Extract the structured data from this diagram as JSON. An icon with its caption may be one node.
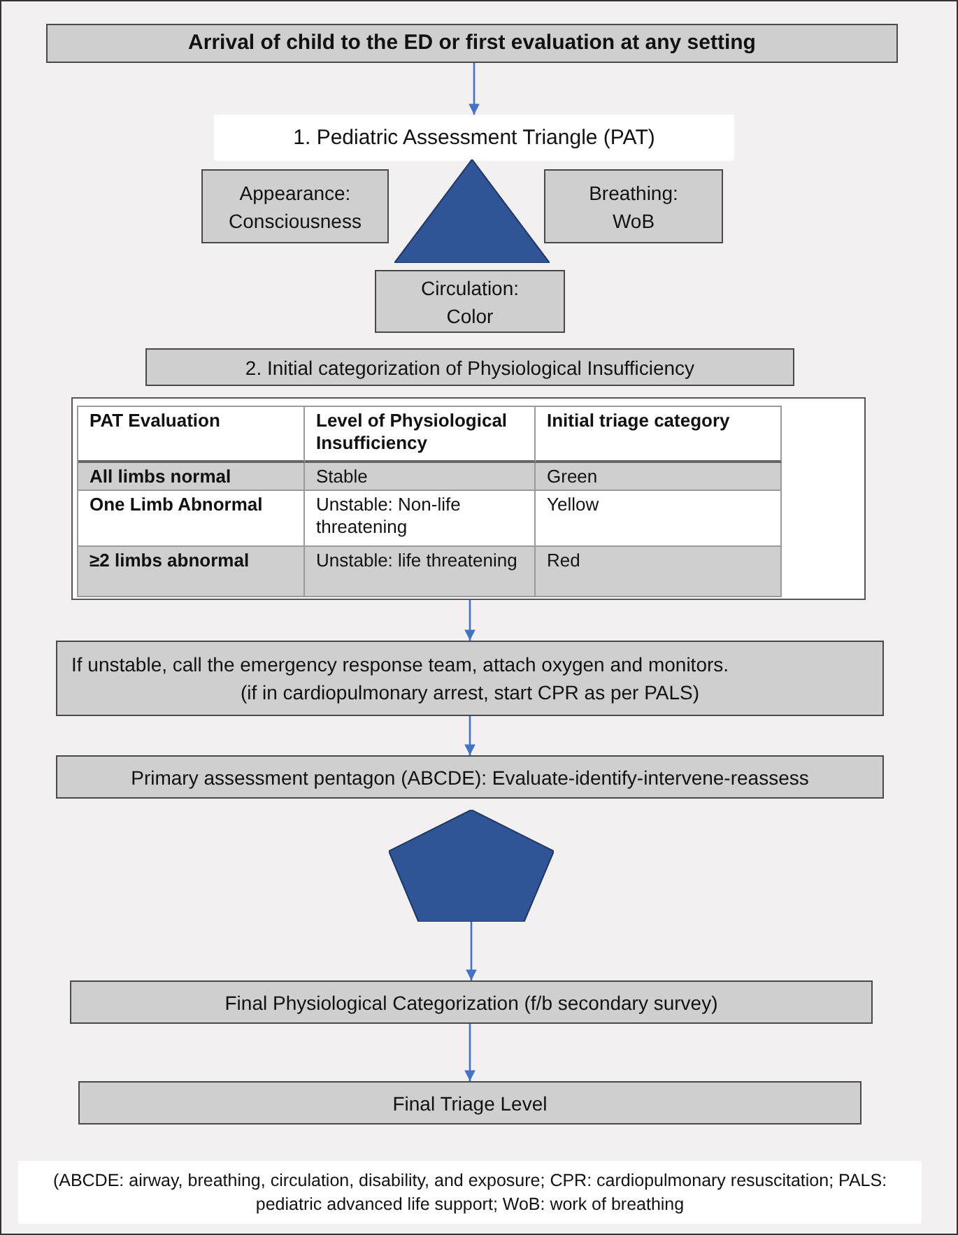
{
  "diagram": {
    "nodes": [
      {
        "text": [
          "Arrival of child to the ED or first evaluation at any setting"
        ]
      },
      {
        "text": [
          "1. Pediatric Assessment Triangle (PAT)"
        ]
      },
      {
        "text": [
          "Appearance: Consciousness"
        ]
      },
      {
        "text": [],
        "shape": "triangle"
      },
      {
        "text": [
          "Breathing: WoB"
        ]
      },
      {
        "text": [
          "Circulation: Color"
        ]
      },
      {
        "text": [
          "2. Initial categorization of Physiological Insufficiency"
        ]
      },
      {
        "text": [],
        "shape": "box"
      },
      {
        "text": [
          "If unstable, call the emergency response team, attach oxygen and monitors.",
          "(if in cardiopulmonary arrest, start CPR as per PALS)"
        ]
      },
      {
        "text": [
          "Primary assessment pentagon (ABCDE): Evaluate-identify-intervene-reassess"
        ]
      },
      {
        "text": [],
        "shape": "pentagon"
      },
      {
        "text": [
          "Final Physiological Categorization (f/b secondary survey)"
        ]
      },
      {
        "text": [
          "Final Triage Level"
        ]
      }
    ],
    "edges": [
      {
        "from": 0,
        "to": 1,
        "arrow": "to"
      },
      {
        "from": 7,
        "to": 8,
        "arrow": "to"
      },
      {
        "from": 8,
        "to": 9,
        "arrow": "to"
      },
      {
        "from": 10,
        "to": 11,
        "arrow": "to"
      },
      {
        "from": 11,
        "to": 12,
        "arrow": "to"
      }
    ],
    "labels": [
      "PAT Evaluation",
      "Level of Physiological Insufficiency",
      "Initial triage category",
      "All limbs normal",
      "Stable",
      "Green",
      "One Limb Abnormal",
      "Unstable: Non-life threatening",
      "Yellow",
      "≥2 limbs abnormal",
      "Unstable: life threatening",
      "Red"
    ],
    "caption": "(ABCDE: airway, breathing, circulation, disability, and exposure; CPR: cardiopulmonary resuscitation; PALS: pediatric advanced life support; WoB: work of breathing"
  }
}
